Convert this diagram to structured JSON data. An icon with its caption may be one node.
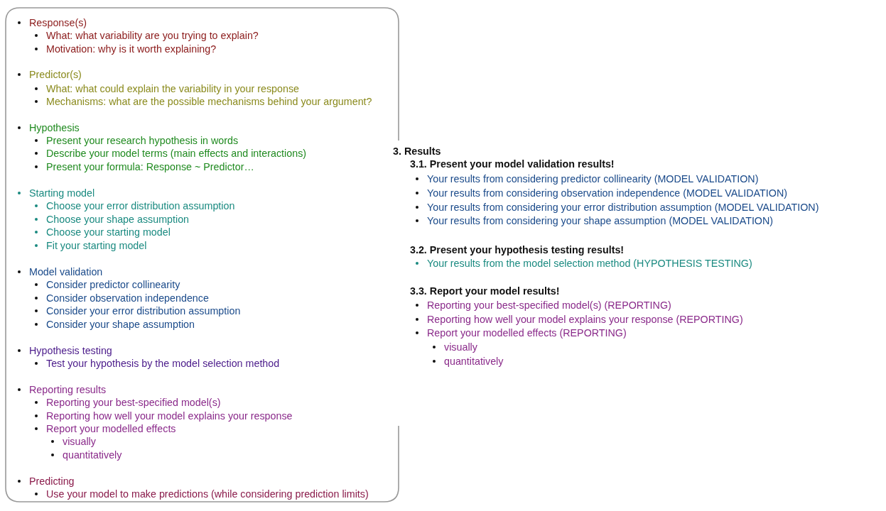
{
  "diagram": {
    "nodes": [
      {
        "text": [
          "Response(s)",
          "What: what variability are you trying to explain?",
          "Motivation: why is it worth explaining?",
          "Predictor(s)",
          "What: what could explain the variability in your response",
          "Mechanisms: what are the possible mechanisms behind your argument?",
          "Hypothesis",
          "Present your research hypothesis in words",
          "Describe your model terms (main effects and interactions)",
          "Present your formula: Response ~ Predictor…",
          "Starting model",
          "Choose your error distribution assumption",
          "Choose your shape assumption",
          "Choose your starting model",
          "Fit your starting model",
          "Model validation",
          "Consider predictor collinearity",
          "Consider observation independence",
          "Consider your error distribution assumption",
          "Consider your shape assumption",
          "Hypothesis testing",
          "Test your hypothesis by the model selection method",
          "Reporting results",
          "Reporting your best-specified model(s)",
          "Reporting how well your model explains your response",
          "Report your modelled effects",
          "visually",
          "quantitatively",
          "Predicting",
          "Use your model to make predictions (while considering prediction limits)"
        ]
      }
    ],
    "labels": [
      "3. Results",
      "3.1. Present your model validation results!",
      "Your results from considering predictor collinearity (MODEL VALIDATION)",
      "Your results from considering observation independence (MODEL VALIDATION)",
      "Your results from considering your error distribution assumption (MODEL VALIDATION)",
      "Your results from considering your shape assumption (MODEL VALIDATION)",
      "3.2. Present your hypothesis testing results!",
      "Your results from the model selection method (HYPOTHESIS TESTING)",
      "3.3. Report your model results!",
      "Reporting your best-specified model(s) (REPORTING)",
      "Reporting how well your model explains your response (REPORTING)",
      "Report your modelled effects (REPORTING)",
      "visually",
      "quantitatively"
    ]
  }
}
